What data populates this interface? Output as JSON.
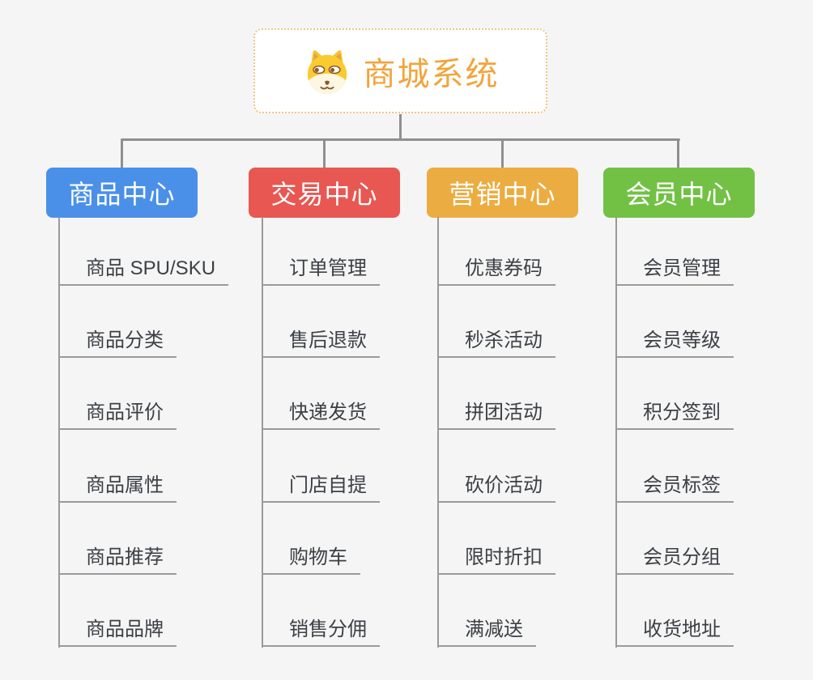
{
  "root": {
    "title": "商城系统",
    "icon": "dog-face-icon"
  },
  "style": {
    "background": "#f5f5f5",
    "connector_color": "#8f8f8f",
    "underline_color": "#9a9a9a",
    "root_border_color": "#f3c383",
    "root_title_color": "#f0a53c",
    "leaf_text_color": "#3c4045"
  },
  "branches": [
    {
      "label": "商品中心",
      "color": "#4a90e8",
      "items": [
        "商品 SPU/SKU",
        "商品分类",
        "商品评价",
        "商品属性",
        "商品推荐",
        "商品品牌"
      ]
    },
    {
      "label": "交易中心",
      "color": "#e85752",
      "items": [
        "订单管理",
        "售后退款",
        "快递发货",
        "门店自提",
        "购物车",
        "销售分佣"
      ]
    },
    {
      "label": "营销中心",
      "color": "#ebad41",
      "items": [
        "优惠券码",
        "秒杀活动",
        "拼团活动",
        "砍价活动",
        "限时折扣",
        "满减送"
      ]
    },
    {
      "label": "会员中心",
      "color": "#72c145",
      "items": [
        "会员管理",
        "会员等级",
        "积分签到",
        "会员标签",
        "会员分组",
        "收货地址"
      ]
    }
  ]
}
